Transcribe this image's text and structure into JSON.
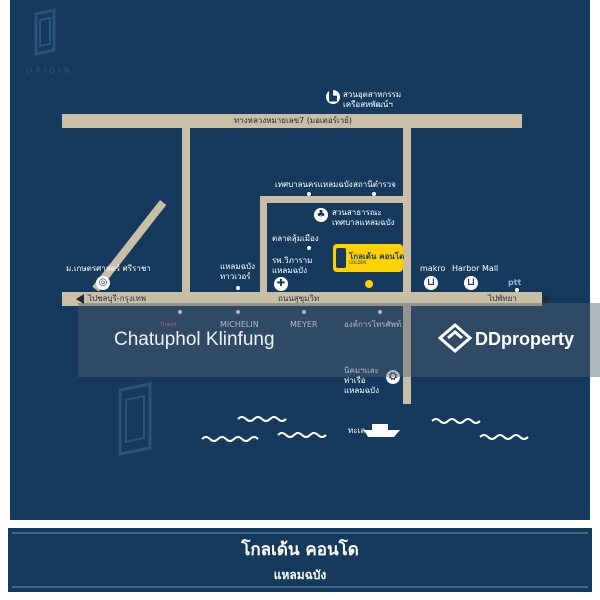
{
  "brand": {
    "logo_text": "ORIGIN"
  },
  "roads": {
    "highway7": "ทางหลวงหมายเลข7 (มอเตอร์เวย์)",
    "sukhumvit": "ถนนสุขุมวิท",
    "to_chonburi": "ไปชลบุรี-กรุงเทพ",
    "to_pattaya": "ไปพัทยา"
  },
  "places": {
    "industrial_estate": "สวนอุตสาหกรรม เครือสหพัฒน์ฯ",
    "municipality": "เทศบาลนครแหลมฉบัง",
    "police": "สถานีตำรวจ",
    "public_park": "สวนสาธารณะ เทศบาลแหลมฉบัง",
    "market": "ตลาดลุ้มเมือง",
    "hospital": "รพ.วิภาราม แหลมฉบัง",
    "university": "ม.เกษตรศาสตร์ ศรีราชา",
    "laemchabang_tower": "แหลมฉบัง ทาวเวอร์",
    "makro": "makro",
    "harbor_mall": "Harbor Mall",
    "ptt": "ptt",
    "thaioil": "Thaioil",
    "michelin": "MICHELIN",
    "meyer": "MEYER",
    "tot": "องค์การโทรศัพท์",
    "port": "นิคมฯและท่าเรือ แหลมฉบัง",
    "sea": "ทะเล"
  },
  "project_tag": {
    "title": "โกลเด้น คอนโด",
    "sub": "GOLDEN"
  },
  "watermark": {
    "photographer": "Chatuphol Klinfung",
    "site": "DDproperty"
  },
  "footer": {
    "title": "โกลเด้น คอนโด",
    "subtitle": "แหลมฉบัง"
  },
  "colors": {
    "background": "#163a5d",
    "road": "#c9bfa6",
    "accent": "#ffd200"
  }
}
